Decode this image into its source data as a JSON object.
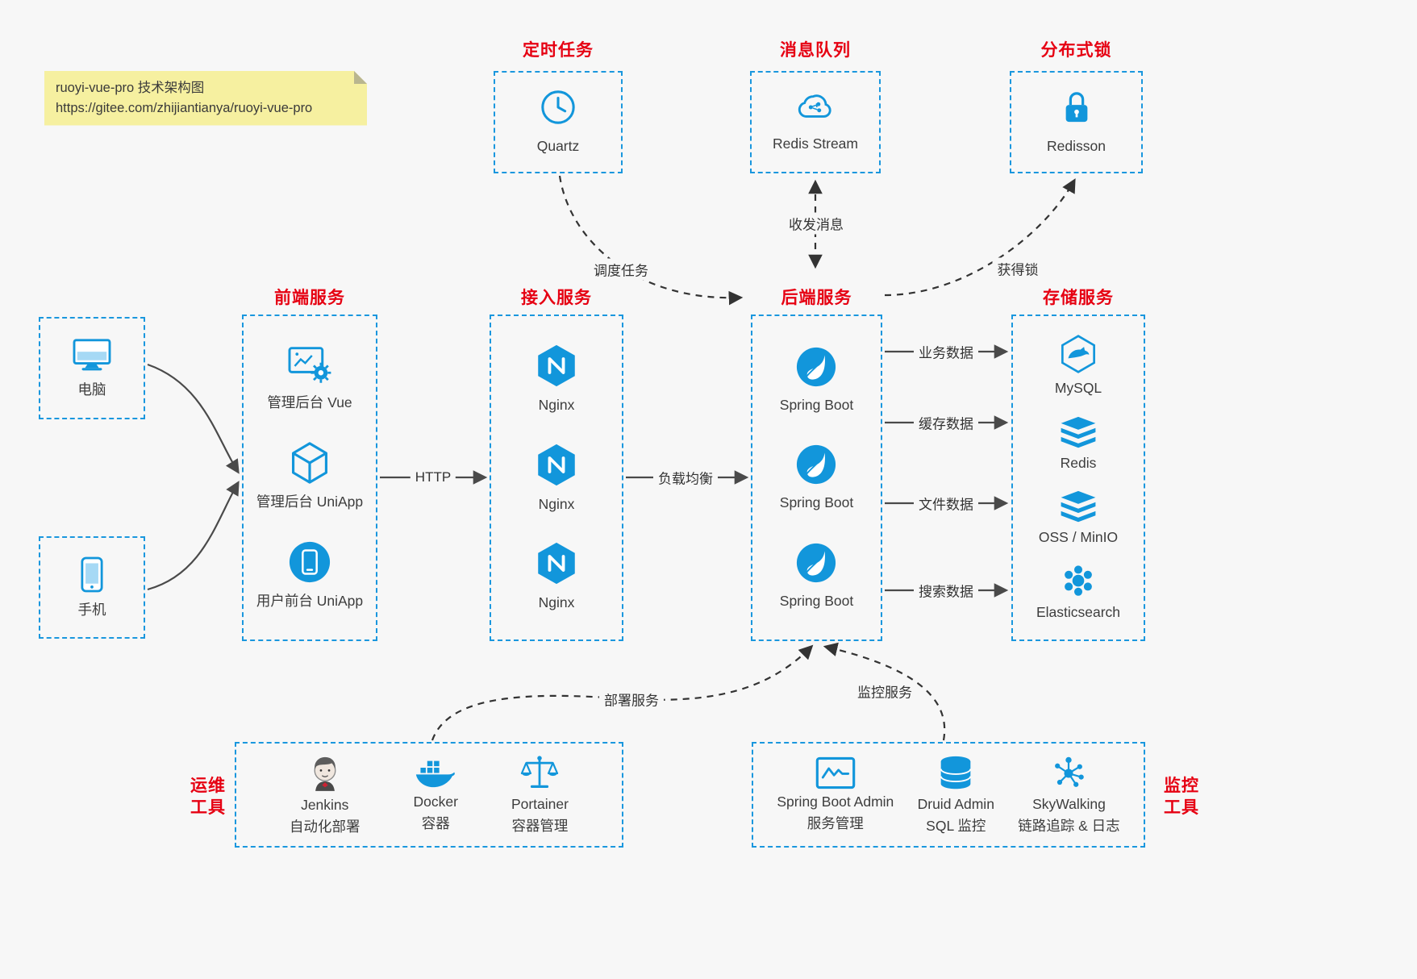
{
  "note": {
    "line1": "ruoyi-vue-pro 技术架构图",
    "line2": "https://gitee.com/zhijiantianya/ruoyi-vue-pro"
  },
  "groups": {
    "scheduled": {
      "title": "定时任务",
      "items": [
        {
          "label": "Quartz",
          "icon": "clock-icon"
        }
      ]
    },
    "mq": {
      "title": "消息队列",
      "items": [
        {
          "label": "Redis Stream",
          "icon": "cloud-network-icon"
        }
      ]
    },
    "lock": {
      "title": "分布式锁",
      "items": [
        {
          "label": "Redisson",
          "icon": "lock-icon"
        }
      ]
    },
    "clients": {
      "items": [
        {
          "label": "电脑",
          "icon": "monitor-icon"
        },
        {
          "label": "手机",
          "icon": "phone-icon"
        }
      ]
    },
    "frontend": {
      "title": "前端服务",
      "items": [
        {
          "label": "管理后台 Vue",
          "icon": "admin-vue-icon"
        },
        {
          "label": "管理后台 UniApp",
          "icon": "uniapp-cube-icon"
        },
        {
          "label": "用户前台 UniApp",
          "icon": "user-app-icon"
        }
      ]
    },
    "gateway": {
      "title": "接入服务",
      "items": [
        {
          "label": "Nginx",
          "icon": "nginx-icon"
        },
        {
          "label": "Nginx",
          "icon": "nginx-icon"
        },
        {
          "label": "Nginx",
          "icon": "nginx-icon"
        }
      ]
    },
    "backend": {
      "title": "后端服务",
      "items": [
        {
          "label": "Spring Boot",
          "icon": "spring-leaf-icon"
        },
        {
          "label": "Spring Boot",
          "icon": "spring-leaf-icon"
        },
        {
          "label": "Spring Boot",
          "icon": "spring-leaf-icon"
        }
      ]
    },
    "storage": {
      "title": "存储服务",
      "items": [
        {
          "label": "MySQL",
          "icon": "mysql-dolphin-icon"
        },
        {
          "label": "Redis",
          "icon": "layer-stack-icon"
        },
        {
          "label": "OSS / MinIO",
          "icon": "layer-stack-icon"
        },
        {
          "label": "Elasticsearch",
          "icon": "cluster-icon"
        }
      ]
    },
    "ops": {
      "title_line1": "运维",
      "title_line2": "工具",
      "items": [
        {
          "name": "Jenkins",
          "desc": "自动化部署",
          "icon": "jenkins-icon"
        },
        {
          "name": "Docker",
          "desc": "容器",
          "icon": "docker-whale-icon"
        },
        {
          "name": "Portainer",
          "desc": "容器管理",
          "icon": "scales-icon"
        }
      ]
    },
    "monitoring": {
      "title_line1": "监控",
      "title_line2": "工具",
      "items": [
        {
          "name": "Spring Boot Admin",
          "desc": "服务管理",
          "icon": "chart-monitor-icon"
        },
        {
          "name": "Druid Admin",
          "desc": "SQL 监控",
          "icon": "database-icon"
        },
        {
          "name": "SkyWalking",
          "desc": "链路追踪 & 日志",
          "icon": "topology-icon"
        }
      ]
    }
  },
  "edges": {
    "http": "HTTP",
    "load_balance": "负载均衡",
    "schedule": "调度任务",
    "message": "收发消息",
    "acquire_lock": "获得锁",
    "business_data": "业务数据",
    "cache_data": "缓存数据",
    "file_data": "文件数据",
    "search_data": "搜索数据",
    "deploy": "部署服务",
    "monitor": "监控服务"
  },
  "colors": {
    "accent_blue": "#1296db",
    "title_red": "#e60012",
    "arrow_gray": "#4a4a4a",
    "note_yellow": "#f6f0a0",
    "background": "#f7f7f7"
  }
}
